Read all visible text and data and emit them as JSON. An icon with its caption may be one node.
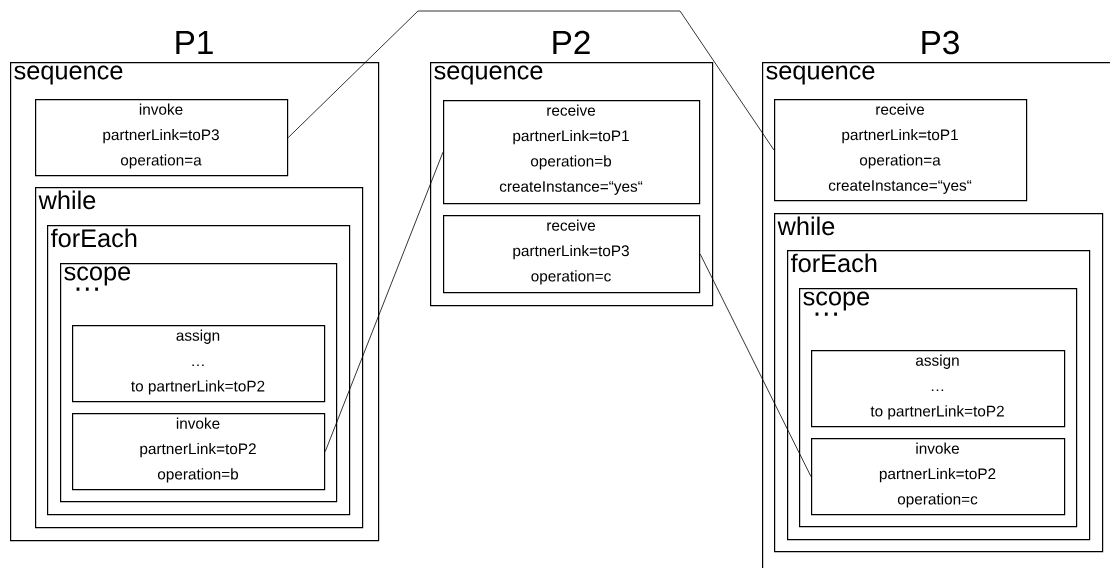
{
  "diagram": {
    "nodes": [
      {
        "text": [
          "P1",
          "sequence"
        ]
      },
      {
        "text": [
          "invoke",
          "partnerLink=toP3",
          "operation=a"
        ],
        "in": 0
      },
      {
        "text": [
          "while"
        ],
        "in": 0
      },
      {
        "text": [
          "forEach"
        ],
        "in": 2
      },
      {
        "text": [
          "scope",
          "…"
        ],
        "in": 3
      },
      {
        "text": [
          "assign",
          "…",
          "to partnerLink=toP2"
        ],
        "in": 4
      },
      {
        "text": [
          "invoke",
          "partnerLink=toP2",
          "operation=b"
        ],
        "in": 4
      },
      {
        "text": [
          "P2",
          "sequence"
        ]
      },
      {
        "text": [
          "receive",
          "partnerLink=toP1",
          "operation=b",
          "createInstance=“yes“"
        ],
        "in": 7
      },
      {
        "text": [
          "receive",
          "partnerLink=toP3",
          "operation=c"
        ],
        "in": 7
      },
      {
        "text": [
          "P3",
          "sequence"
        ]
      },
      {
        "text": [
          "receive",
          "partnerLink=toP1",
          "operation=a",
          "createInstance=“yes“"
        ],
        "in": 10
      },
      {
        "text": [
          "while"
        ],
        "in": 10
      },
      {
        "text": [
          "forEach"
        ],
        "in": 12
      },
      {
        "text": [
          "scope",
          "…"
        ],
        "in": 13
      },
      {
        "text": [
          "assign",
          "…",
          "to partnerLink=toP2"
        ],
        "in": 14
      },
      {
        "text": [
          "invoke",
          "partnerLink=toP2",
          "operation=c"
        ],
        "in": 14
      }
    ],
    "edges": [
      {
        "from": 1,
        "to": 11,
        "arrow": "none"
      },
      {
        "from": 6,
        "to": 8,
        "arrow": "none"
      },
      {
        "from": 9,
        "to": 16,
        "arrow": "none"
      }
    ]
  }
}
